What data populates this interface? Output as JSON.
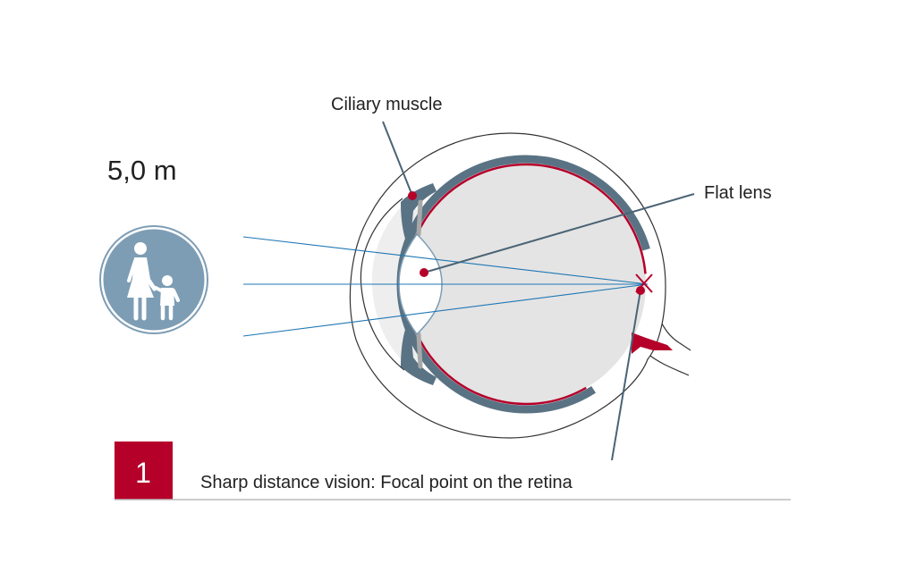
{
  "distance": "5,0 m",
  "labels": {
    "ciliary_muscle": "Ciliary muscle",
    "flat_lens": "Flat lens"
  },
  "step": {
    "number": "1",
    "caption": "Sharp distance vision: Focal point on the retina"
  },
  "icons": {
    "pedestrian_sign": "pedestrian-sign-icon"
  },
  "colors": {
    "sign_blue": "#7d9db5",
    "accent_red": "#b5002a",
    "sclera_slate": "#5a7384",
    "ray_blue": "#1f77b4",
    "eye_fill": "#e4e4e4",
    "leader_line": "#4a6475",
    "rule_gray": "#bbbbbb"
  }
}
